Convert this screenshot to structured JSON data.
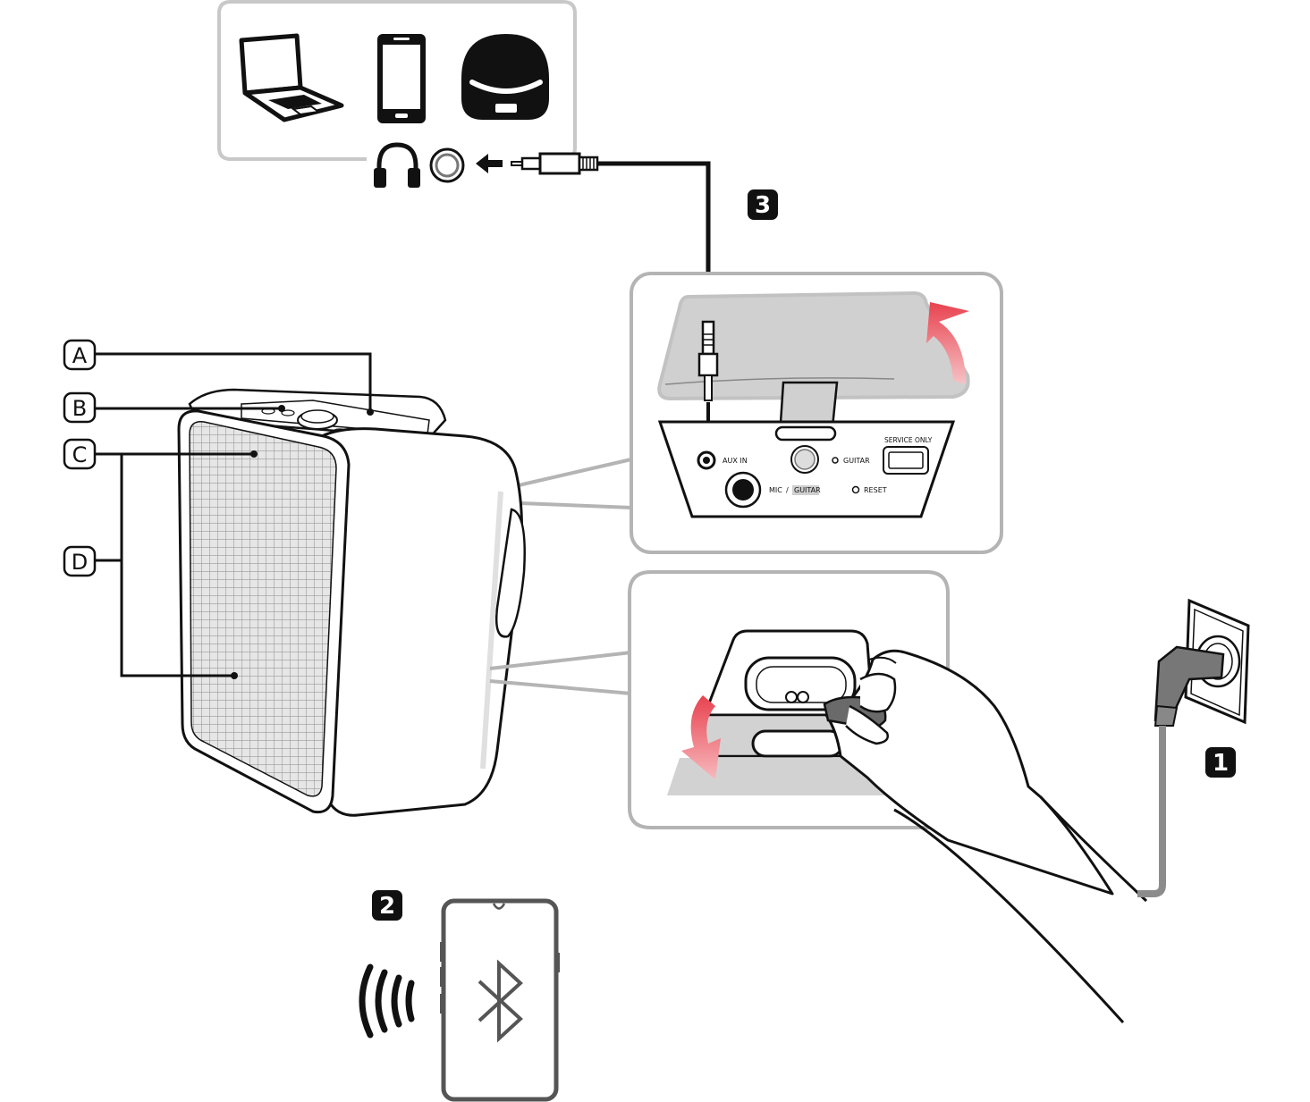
{
  "callouts": {
    "a": "A",
    "b": "B",
    "c": "C",
    "d": "D"
  },
  "steps": {
    "one": "1",
    "two": "2",
    "three": "3"
  },
  "panel": {
    "aux_in": "AUX IN",
    "guitar": "GUITAR",
    "service_only": "SERVICE ONLY",
    "mic": "MIC",
    "slash": "/",
    "mic_guitar": "GUITAR",
    "reset": "RESET"
  },
  "colors": {
    "line": "#111111",
    "frame": "#b4b4b4",
    "panel_gray": "#d2d2d2",
    "arrow_red": "#e8424f",
    "cord_gray": "#8c8c8c"
  },
  "icons": [
    "laptop-icon",
    "smartphone-icon",
    "dome-speaker-icon",
    "headphones-icon",
    "aux-port-icon",
    "bluetooth-icon",
    "signal-waves-icon",
    "power-outlet-icon"
  ]
}
